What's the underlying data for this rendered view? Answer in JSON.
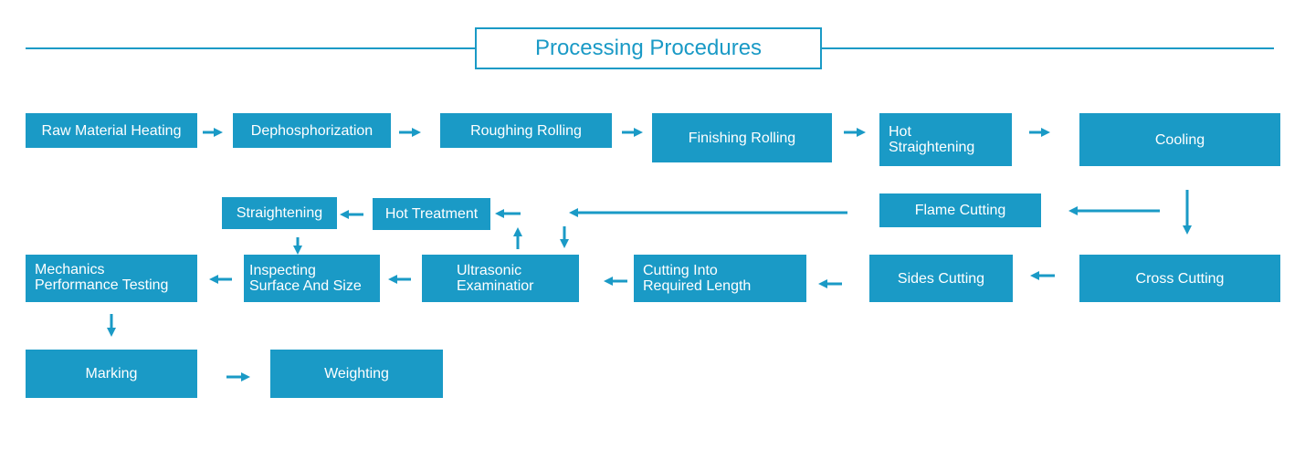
{
  "title": "Processing Procedures",
  "accent_color": "#1a9ac6",
  "steps": {
    "raw_material_heating": "Raw Material Heating",
    "dephosphorization": "Dephosphorization",
    "roughing_rolling": "Roughing Rolling",
    "finishing_rolling": "Finishing Rolling",
    "hot_straightening": "Hot\nStraightening",
    "cooling": "Cooling",
    "flame_cutting": "Flame Cutting",
    "cross_cutting": "Cross Cutting",
    "sides_cutting": "Sides Cutting",
    "cutting_into_required_length": "Cutting Into\nRequired Length",
    "ultrasonic_examination": "Ultrasonic\nExaminatior",
    "hot_treatment": "Hot Treatment",
    "straightening": "Straightening",
    "inspecting_surface_and_size": "Inspecting\nSurface And Size",
    "mechanics_performance_testing": "Mechanics\nPerformance Testing",
    "marking": "Marking",
    "weighting": "Weighting"
  }
}
